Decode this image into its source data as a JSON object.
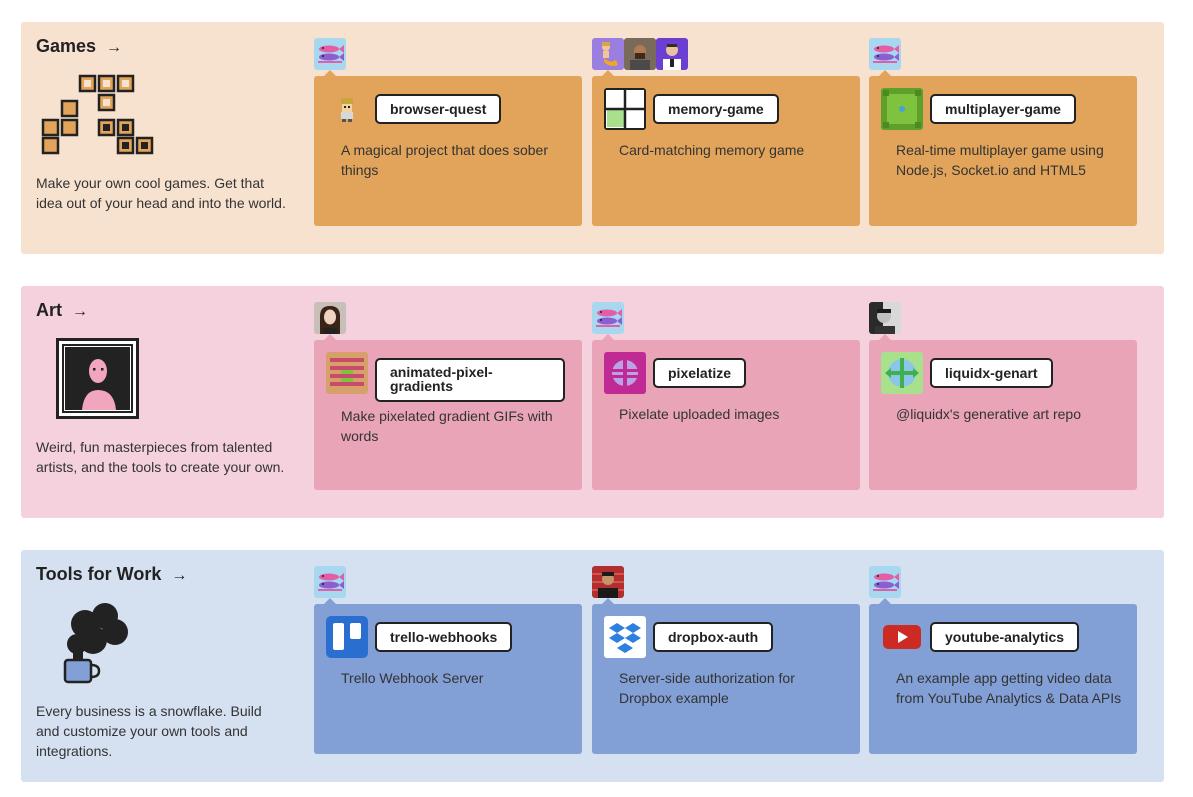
{
  "categories": [
    {
      "title": "Games",
      "arrow": "→",
      "description": "Make your own cool games. Get that idea out of your head and into the world.",
      "illustration_icon": "tetris-blocks-icon",
      "projects": [
        {
          "name": "browser-quest",
          "description": "A magical project that does sober things",
          "icon": "pixel-adventurer-icon"
        },
        {
          "name": "memory-game",
          "description": "Card-matching memory game",
          "icon": "grid-card-icon"
        },
        {
          "name": "multiplayer-game",
          "description": "Real-time multiplayer game using Node.js, Socket.io and HTML5",
          "icon": "green-square-icon"
        }
      ]
    },
    {
      "title": "Art",
      "arrow": "→",
      "description": "Weird, fun masterpieces from talented artists, and the tools to create your own.",
      "illustration_icon": "framed-portrait-icon",
      "projects": [
        {
          "name": "animated-pixel-gradients",
          "description": "Make pixelated gradient GIFs with words",
          "icon": "striped-gradient-icon"
        },
        {
          "name": "pixelatize",
          "description": "Pixelate uploaded images",
          "icon": "pixelatize-icon"
        },
        {
          "name": "liquidx-genart",
          "description": "@liquidx's generative art repo",
          "icon": "genart-arrows-icon"
        }
      ]
    },
    {
      "title": "Tools for Work",
      "arrow": "→",
      "description": "Every business is a snowflake. Build and customize your own tools and integrations.",
      "illustration_icon": "steaming-mug-icon",
      "projects": [
        {
          "name": "trello-webhooks",
          "description": "Trello Webhook Server",
          "icon": "trello-icon"
        },
        {
          "name": "dropbox-auth",
          "description": "Server-side authorization for Dropbox example",
          "icon": "dropbox-icon"
        },
        {
          "name": "youtube-analytics",
          "description": "An example app getting video data from YouTube Analytics & Data APIs",
          "icon": "youtube-icon"
        }
      ]
    }
  ],
  "colors": {
    "games_bg": "#f7e2cf",
    "games_card": "#e2a45a",
    "art_bg": "#f4d1dc",
    "art_card": "#e9a4b8",
    "tools_bg": "#d5e0f1",
    "tools_card": "#829fd6"
  }
}
